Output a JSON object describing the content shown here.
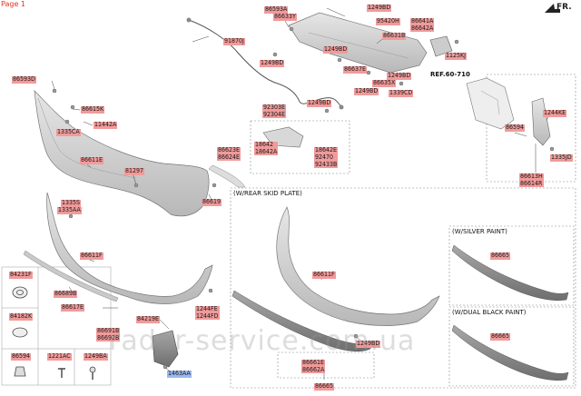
{
  "page_label": "Page 1",
  "orientation_label": "FR.",
  "watermark": "radar-service.com.ua",
  "sections": {
    "rear_skid_plate": "(W/REAR SKID PLATE)",
    "silver_paint": "(W/SILVER PAINT)",
    "dual_black_paint": "(W/DUAL BLACK PAINT)"
  },
  "ref_label": "REF.60-710",
  "labels": [
    {
      "id": "86593A",
      "lines": [
        "86593A"
      ]
    },
    {
      "id": "86633Y",
      "lines": [
        "86633Y"
      ]
    },
    {
      "id": "1249BD_a",
      "lines": [
        "1249BD"
      ]
    },
    {
      "id": "95420H",
      "lines": [
        "95420H"
      ]
    },
    {
      "id": "86641A",
      "lines": [
        "86641A",
        "86642A"
      ]
    },
    {
      "id": "86631B",
      "lines": [
        "86631B"
      ]
    },
    {
      "id": "91870J",
      "lines": [
        "91870J"
      ]
    },
    {
      "id": "1249BD_b",
      "lines": [
        "1249BD"
      ]
    },
    {
      "id": "1125KJ",
      "lines": [
        "1125KJ"
      ]
    },
    {
      "id": "1249BD_c",
      "lines": [
        "1249BD"
      ]
    },
    {
      "id": "86637E",
      "lines": [
        "86637E"
      ]
    },
    {
      "id": "1249BD_d",
      "lines": [
        "1249BD"
      ]
    },
    {
      "id": "86635X",
      "lines": [
        "86635X"
      ]
    },
    {
      "id": "1249BD_e",
      "lines": [
        "1249BD"
      ]
    },
    {
      "id": "1339CD",
      "lines": [
        "1339CD"
      ]
    },
    {
      "id": "86593D",
      "lines": [
        "86593D"
      ]
    },
    {
      "id": "86615K",
      "lines": [
        "86615K"
      ]
    },
    {
      "id": "11442A",
      "lines": [
        "11442A"
      ]
    },
    {
      "id": "1335CA",
      "lines": [
        "1335CA"
      ]
    },
    {
      "id": "92303E",
      "lines": [
        "92303E",
        "92304E"
      ]
    },
    {
      "id": "1249BD_f",
      "lines": [
        "1249BD"
      ]
    },
    {
      "id": "18642",
      "lines": [
        "18642",
        "18642A"
      ]
    },
    {
      "id": "18642E",
      "lines": [
        "18642E"
      ]
    },
    {
      "id": "92470",
      "lines": [
        "92470",
        "92433B"
      ]
    },
    {
      "id": "86594_a",
      "lines": [
        "86594"
      ]
    },
    {
      "id": "1244KE",
      "lines": [
        "1244KE"
      ]
    },
    {
      "id": "1335JD",
      "lines": [
        "1335JD"
      ]
    },
    {
      "id": "86613H",
      "lines": [
        "86613H",
        "86614R"
      ]
    },
    {
      "id": "86623E",
      "lines": [
        "86623E",
        "86624E"
      ]
    },
    {
      "id": "86611E",
      "lines": [
        "86611E"
      ]
    },
    {
      "id": "81297",
      "lines": [
        "81297"
      ]
    },
    {
      "id": "86619",
      "lines": [
        "86619"
      ]
    },
    {
      "id": "1335S",
      "lines": [
        "1335S"
      ]
    },
    {
      "id": "1335AA",
      "lines": [
        "1335AA"
      ]
    },
    {
      "id": "86611F",
      "lines": [
        "86611F"
      ]
    },
    {
      "id": "86611F_b",
      "lines": [
        "86611F"
      ]
    },
    {
      "id": "86665_a",
      "lines": [
        "86665"
      ]
    },
    {
      "id": "86665_b",
      "lines": [
        "86665"
      ]
    },
    {
      "id": "84231F",
      "lines": [
        "84231F"
      ]
    },
    {
      "id": "86689B",
      "lines": [
        "86689B"
      ]
    },
    {
      "id": "84182K",
      "lines": [
        "84182K"
      ]
    },
    {
      "id": "86617E",
      "lines": [
        "86617E"
      ]
    },
    {
      "id": "84219E",
      "lines": [
        "84219E"
      ]
    },
    {
      "id": "1244FE",
      "lines": [
        "1244FE",
        "1244FD"
      ]
    },
    {
      "id": "86691B",
      "lines": [
        "86691B",
        "86692B"
      ]
    },
    {
      "id": "1249BD_g",
      "lines": [
        "1249BD"
      ]
    },
    {
      "id": "86661E",
      "lines": [
        "86661E",
        "86662A"
      ]
    },
    {
      "id": "86665_c",
      "lines": [
        "86665"
      ]
    },
    {
      "id": "86594_b",
      "lines": [
        "86594"
      ]
    },
    {
      "id": "1221AC",
      "lines": [
        "1221AC"
      ]
    },
    {
      "id": "1249BA",
      "lines": [
        "1249BA"
      ]
    },
    {
      "id": "1463AA",
      "lines": [
        "1463AA"
      ]
    }
  ]
}
